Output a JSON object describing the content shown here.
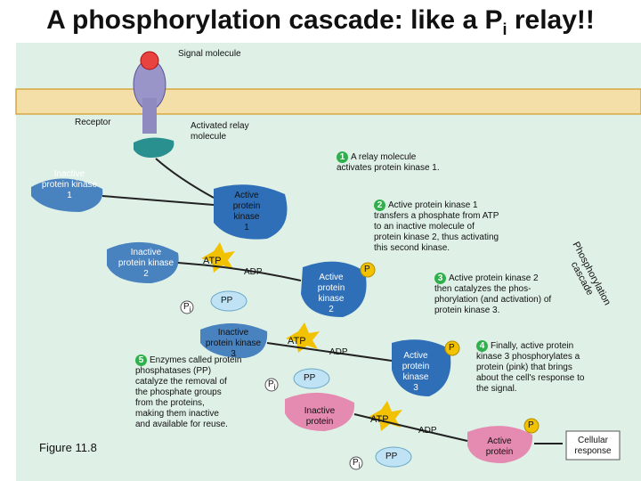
{
  "title_main": "A phosphorylation cascade: like a P",
  "title_sub": "i",
  "title_end": " relay!!",
  "labels": {
    "signal": "Signal molecule",
    "receptor": "Receptor",
    "relay": "Activated relay\nmolecule",
    "inactive_k1": "Inactive\nprotein kinase\n1",
    "active_k1": "Active\nprotein\nkinase\n1",
    "inactive_k2": "Inactive\nprotein kinase\n2",
    "active_k2": "Active\nprotein\nkinase\n2",
    "inactive_k3": "Inactive\nprotein kinase\n3",
    "active_k3": "Active\nprotein\nkinase\n3",
    "inactive_protein": "Inactive\nprotein",
    "active_protein": "Active\nprotein",
    "cellular": "Cellular\nresponse",
    "figure": "Figure 11.8",
    "cascade": "Phosphorylation cascade"
  },
  "chem": {
    "atp": "ATP",
    "adp": "ADP",
    "pp": "PP",
    "p": "P",
    "pi": "P",
    "pi_sub": "i"
  },
  "steps": [
    {
      "num": "1",
      "text": "A relay molecule\nactivates protein kinase 1."
    },
    {
      "num": "2",
      "text": "Active protein kinase 1\ntransfers a phosphate from ATP\nto an inactive molecule of\nprotein kinase 2, thus activating\nthis second kinase."
    },
    {
      "num": "3",
      "text": "Active protein kinase 2\nthen catalyzes the phos-\nphorylation (and activation) of\nprotein kinase 3."
    },
    {
      "num": "4",
      "text": "Finally, active protein\nkinase 3 phosphorylates a\nprotein (pink) that brings\nabout the cell's response to\nthe signal."
    },
    {
      "num": "5",
      "text": "Enzymes called protein\nphosphatases (PP)\ncatalyze the removal of\nthe phosphate groups\nfrom the proteins,\nmaking them inactive\nand available for reuse."
    }
  ],
  "colors": {
    "panel": "#dff0e6",
    "step_badge": "#2fb04d",
    "kinase": "#2e6fb7",
    "protein": "#e58ab0",
    "atp": "#f2c200",
    "receptor": "#9a95c8"
  }
}
